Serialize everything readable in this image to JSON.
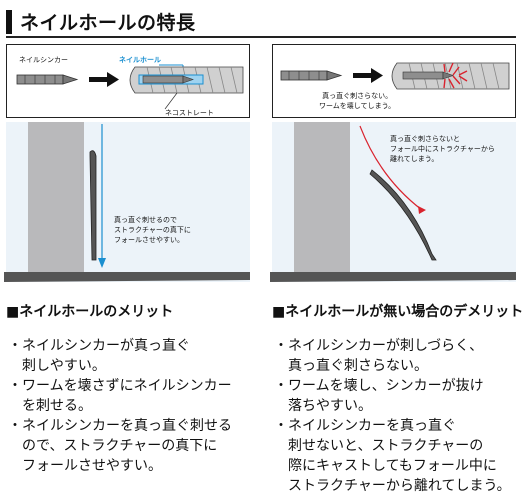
{
  "header": {
    "title": "ネイルホールの特長"
  },
  "left_panel": {
    "sinker_label": "ネイルシンカー",
    "nail_hole_label": "ネイルホール",
    "worm_label": "ネコストレート",
    "note_lines": [
      "真っ直ぐ刺せるので",
      "ストラクチャーの真下に",
      "フォールさせやすい。"
    ]
  },
  "right_panel": {
    "note1_lines": [
      "真っ直ぐ刺さらない。",
      "ワームを壊してしまう。"
    ],
    "note2_lines": [
      "真っ直ぐ刺さらないと",
      "フォール中にストラクチャーから",
      "離れてしまう。"
    ]
  },
  "merit": {
    "heading_mark": "■",
    "heading": "ネイルホールのメリット",
    "bullet_mark": "・",
    "items": [
      "ネイルシンカーが真っ直ぐ\n刺しやすい。",
      "ワームを壊さずにネイルシンカー\nを刺せる。",
      "ネイルシンカーを真っ直ぐ刺せる\nので、ストラクチャーの真下に\nフォールさせやすい。"
    ]
  },
  "demerit": {
    "heading_mark": "■",
    "heading": "ネイルホールが無い場合のデメリット",
    "bullet_mark": "・",
    "items": [
      "ネイルシンカーが刺しづらく、\n真っ直ぐ刺さらない。",
      "ワームを壊し、シンカーが抜け\n落ちやすい。",
      "ネイルシンカーを真っ直ぐ\n刺せないと、ストラクチャーの\n際にキャストしてもフォール中に\nストラクチャーから離れてしまう。"
    ]
  },
  "colors": {
    "accent_blue": "#1a8fd0",
    "accent_red": "#d9232e",
    "scene_bg": "#ecf3f9",
    "pillar": "#b9b9bb",
    "ground": "#555555"
  },
  "icons": [
    "arrow-right-icon",
    "nail-sinker-icon",
    "worm-icon",
    "fall-arrow-icon"
  ]
}
